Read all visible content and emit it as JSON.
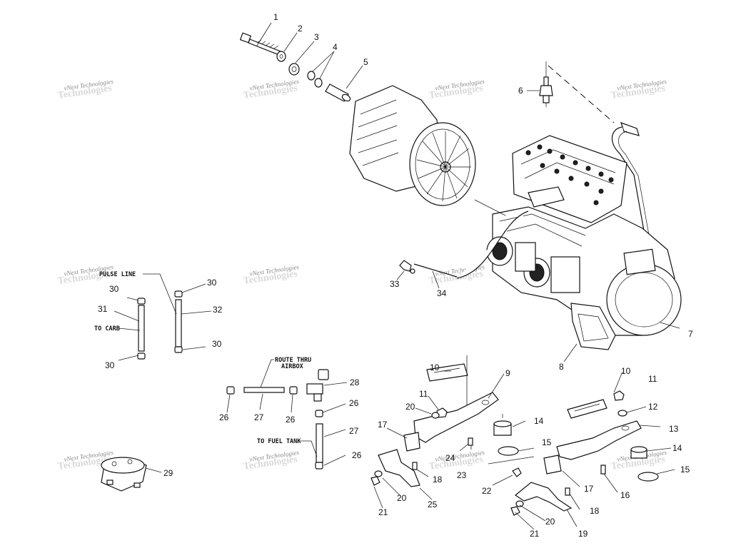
{
  "watermark": {
    "line1": "vNext Technologies",
    "line2": "Technologies"
  },
  "callouts": [
    "1",
    "2",
    "3",
    "4",
    "5",
    "6",
    "7",
    "8",
    "9",
    "10",
    "11",
    "12",
    "13",
    "14",
    "15",
    "16",
    "17",
    "18",
    "19",
    "20",
    "21",
    "22",
    "23",
    "24",
    "25",
    "26",
    "27",
    "28",
    "29",
    "30",
    "31",
    "32",
    "33",
    "34"
  ],
  "notes": {
    "pulse_line": "PULSE LINE",
    "to_carb": "TO CARB",
    "route_thru": "ROUTE THRU",
    "airbox": "AIRBOX",
    "to_fuel_tank": "TO FUEL TANK"
  }
}
